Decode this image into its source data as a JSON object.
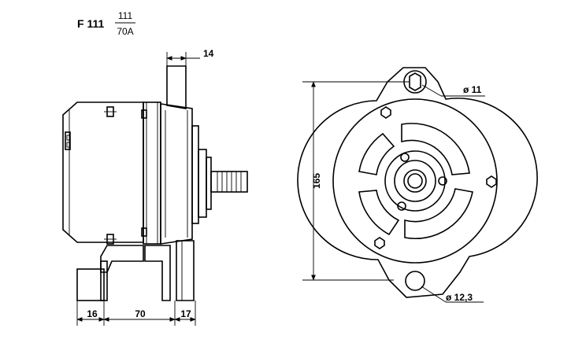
{
  "header": {
    "model_code": "F 111",
    "fraction_top": "111",
    "fraction_bottom": "70A"
  },
  "dimensions": {
    "pulley_width": "14",
    "mount_offset": "16",
    "mount_span": "70",
    "mount_foot": "17",
    "overall_height": "165",
    "top_hole_diameter": "ø 11",
    "bottom_hole_diameter": "ø 12,3"
  }
}
